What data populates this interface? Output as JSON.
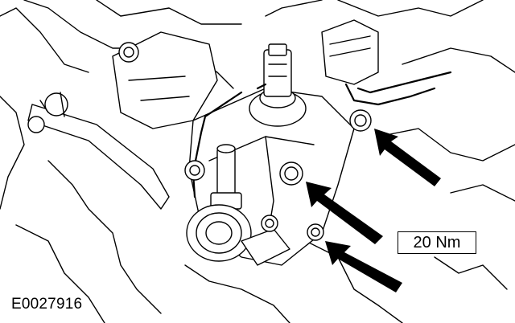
{
  "figure": {
    "id_label": "E0027916",
    "torque_label": "20 Nm"
  },
  "colors": {
    "line": "#000000",
    "background": "#ffffff"
  },
  "callouts": [
    {
      "name": "arrow-bolt-upper"
    },
    {
      "name": "arrow-bolt-middle"
    },
    {
      "name": "arrow-bolt-lower"
    }
  ]
}
